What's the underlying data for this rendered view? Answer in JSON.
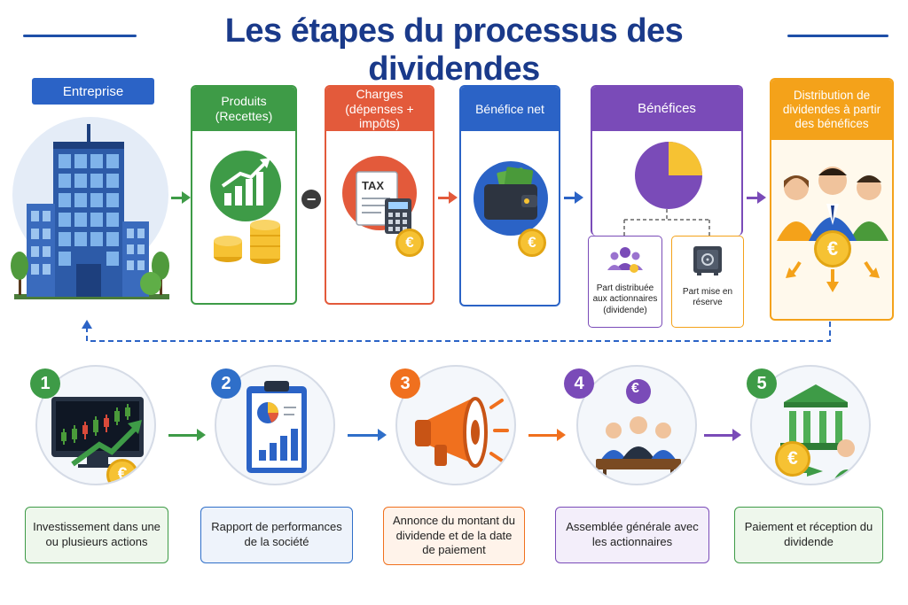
{
  "title": "Les étapes du processus des dividendes",
  "top_flow": {
    "company_label": "Entreprise",
    "products": "Produits (Recettes)",
    "charges": "Charges (dépenses + impôts)",
    "tax_text": "TAX",
    "net_profit": "Bénéfice net",
    "profits": "Bénéfices",
    "distributed_part": "Part distribuée aux actionnaires (dividende)",
    "reserve_part": "Part mise en réserve",
    "distribution": "Distribution de dividendes à partir des bénéfices",
    "minus_symbol": "−",
    "currency": "€"
  },
  "steps": [
    {
      "number": "1",
      "label": "Investissement dans une ou plusieurs actions",
      "color": "#3e9b47"
    },
    {
      "number": "2",
      "label": "Rapport de performances de la société",
      "color": "#2f6fc9"
    },
    {
      "number": "3",
      "label": "Annonce du montant du dividende et de la date de paiement",
      "color": "#f0701e"
    },
    {
      "number": "4",
      "label": "Assemblée générale avec les actionnaires",
      "color": "#7a4bb8"
    },
    {
      "number": "5",
      "label": "Paiement et réception du dividende",
      "color": "#3e9b47"
    }
  ],
  "colors": {
    "blue": "#2b63c6",
    "green": "#3e9b47",
    "red": "#e35a3b",
    "purple": "#7a4bb8",
    "orange": "#f4a21a",
    "gold": "#f6c233"
  }
}
